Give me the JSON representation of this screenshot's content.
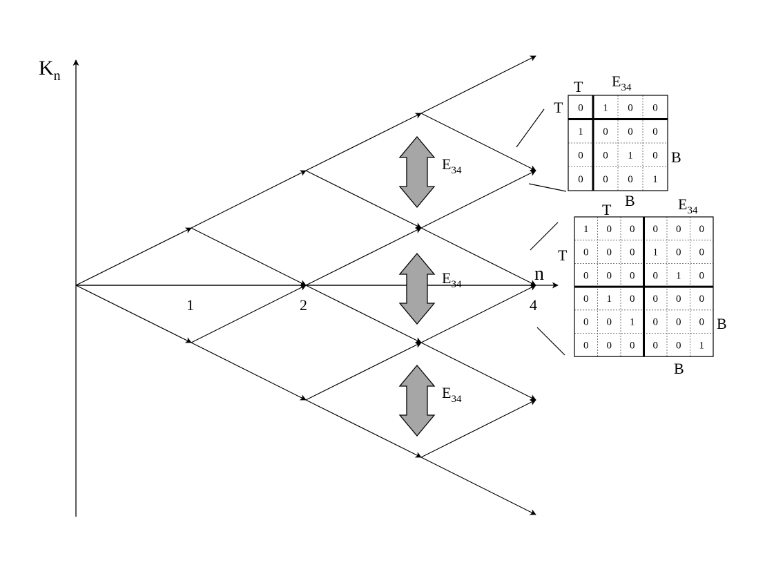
{
  "axes": {
    "y_label": "K",
    "y_label_sub": "n",
    "x_label": "n"
  },
  "ticks": [
    "1",
    "2",
    "4"
  ],
  "coupling": {
    "label": "E",
    "label_sub": "34",
    "fill_color": "#a6a6a6",
    "count": 3
  },
  "matrix_small": {
    "label_top_left": "T",
    "label_left": "T",
    "label_right": "B",
    "label_bottom": "B",
    "title": "E",
    "title_sub": "34",
    "rows": [
      [
        "0",
        "1",
        "0",
        "0"
      ],
      [
        "1",
        "0",
        "0",
        "0"
      ],
      [
        "0",
        "0",
        "1",
        "0"
      ],
      [
        "0",
        "0",
        "0",
        "1"
      ]
    ]
  },
  "matrix_large": {
    "label_top": "T",
    "label_left": "T",
    "label_right": "B",
    "label_bottom": "B",
    "title": "E",
    "title_sub": "34",
    "rows": [
      [
        "1",
        "0",
        "0",
        "0",
        "0",
        "0"
      ],
      [
        "0",
        "0",
        "0",
        "1",
        "0",
        "0"
      ],
      [
        "0",
        "0",
        "0",
        "0",
        "1",
        "0"
      ],
      [
        "0",
        "1",
        "0",
        "0",
        "0",
        "0"
      ],
      [
        "0",
        "0",
        "1",
        "0",
        "0",
        "0"
      ],
      [
        "0",
        "0",
        "0",
        "0",
        "0",
        "1"
      ]
    ]
  }
}
